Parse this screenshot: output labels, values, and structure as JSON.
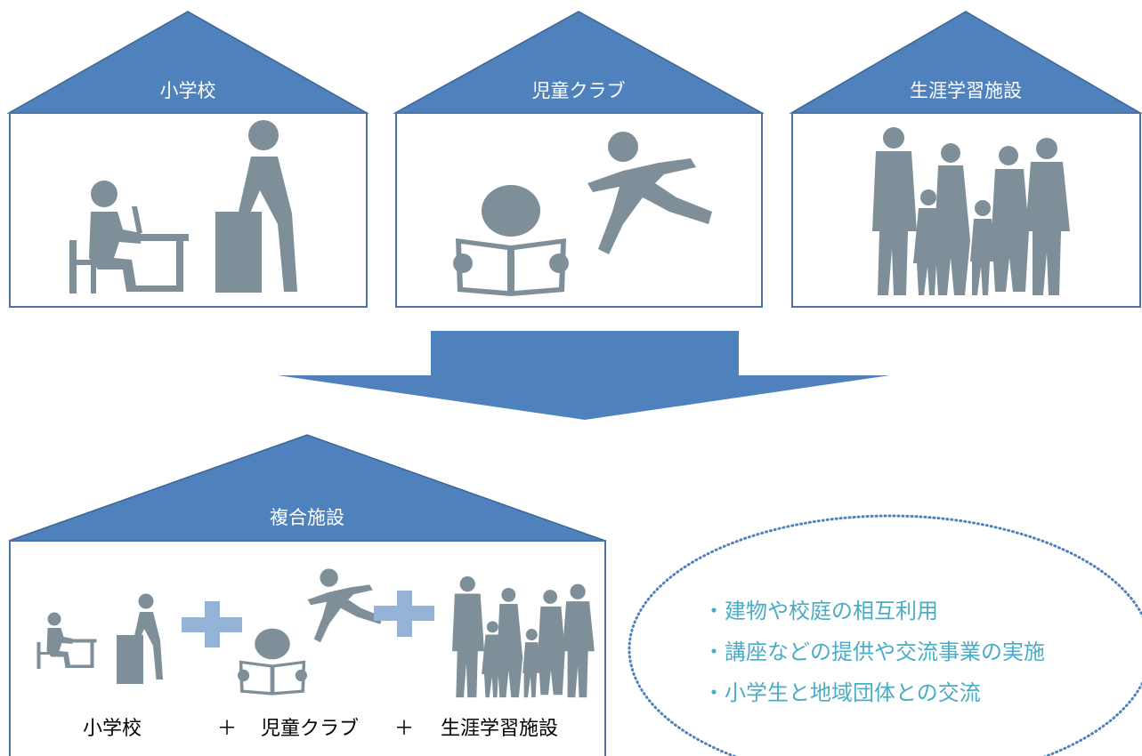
{
  "colors": {
    "roof": "#4f81bd",
    "roof_stroke": "#3b669a",
    "wall_stroke": "#4a73a8",
    "figure": "#7f8f99",
    "plus": "#95b3d7",
    "arrow": "#4f81bd",
    "bullet_text": "#4bacc6",
    "ellipse_border": "#4f81bd",
    "label_text": "#ffffff",
    "caption_text": "#000000"
  },
  "houses": [
    {
      "label": "小学校",
      "icon": "desk-student-teacher-icon"
    },
    {
      "label": "児童クラブ",
      "icon": "reading-running-child-icon"
    },
    {
      "label": "生涯学習施設",
      "icon": "family-silhouette-icon"
    }
  ],
  "combined": {
    "label": "複合施設",
    "captions": [
      "小学校",
      "＋",
      "児童クラブ",
      "＋",
      "生涯学習施設"
    ]
  },
  "benefits": {
    "items": [
      "・建物や校庭の相互利用",
      "・講座などの提供や交流事業の実施",
      "・小学生と地域団体との交流"
    ]
  }
}
